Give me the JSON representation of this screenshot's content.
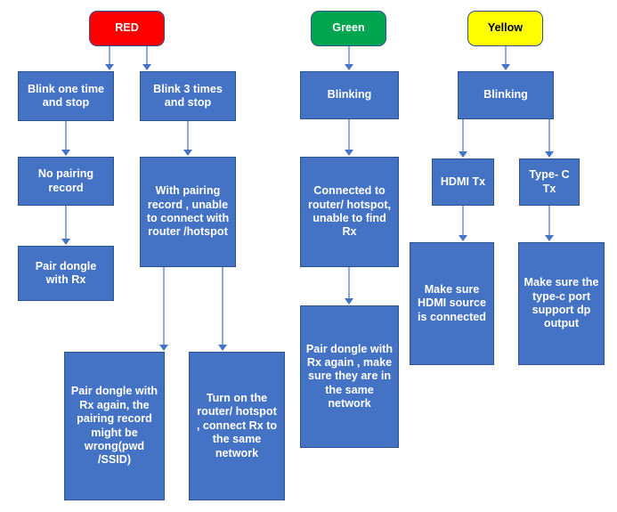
{
  "diagram": {
    "title": "LED status troubleshooting flowchart",
    "colors": {
      "process_fill": "#4472C4",
      "process_border": "#2F528F",
      "connector_line": "#8EAADB",
      "connector_head": "#4472C4",
      "red": "#FF0000",
      "green": "#00A550",
      "yellow": "#FFFF00",
      "background": "#FFFFFF"
    },
    "branches": [
      {
        "id": "red-branch",
        "root_label": "RED",
        "root_color": "#FF0000"
      },
      {
        "id": "green-branch",
        "root_label": "Green",
        "root_color": "#00A550"
      },
      {
        "id": "yellow-branch",
        "root_label": "Yellow",
        "root_color": "#FFFF00"
      }
    ],
    "nodes": [
      {
        "id": "red",
        "label": "RED"
      },
      {
        "id": "green",
        "label": "Green"
      },
      {
        "id": "yellow",
        "label": "Yellow"
      },
      {
        "id": "blink-one",
        "label": "Blink one time and stop"
      },
      {
        "id": "blink-three",
        "label": "Blink 3 times and stop"
      },
      {
        "id": "no-pairing",
        "label": "No pairing record"
      },
      {
        "id": "with-pairing",
        "label": "With pairing record , unable to connect with router /hotspot"
      },
      {
        "id": "pair-dongle",
        "label": "Pair dongle with Rx"
      },
      {
        "id": "pair-again-pwd",
        "label": "Pair dongle with Rx again, the pairing record might be wrong(pwd /SSID)"
      },
      {
        "id": "turn-on-router",
        "label": "Turn on the router/ hotspot , connect Rx to the same network"
      },
      {
        "id": "green-blinking",
        "label": "Blinking"
      },
      {
        "id": "connected-no-rx",
        "label": "Connected to router/ hotspot, unable to find Rx"
      },
      {
        "id": "pair-again-net",
        "label": "Pair dongle with Rx again , make sure they are in the same network"
      },
      {
        "id": "yellow-blinking",
        "label": "Blinking"
      },
      {
        "id": "hdmi-tx",
        "label": "HDMI Tx"
      },
      {
        "id": "typec-tx",
        "label": "Type- C Tx"
      },
      {
        "id": "hdmi-source",
        "label": "Make sure HDMI source is connected"
      },
      {
        "id": "typec-dp",
        "label": "Make sure the type-c port support dp output"
      }
    ]
  }
}
